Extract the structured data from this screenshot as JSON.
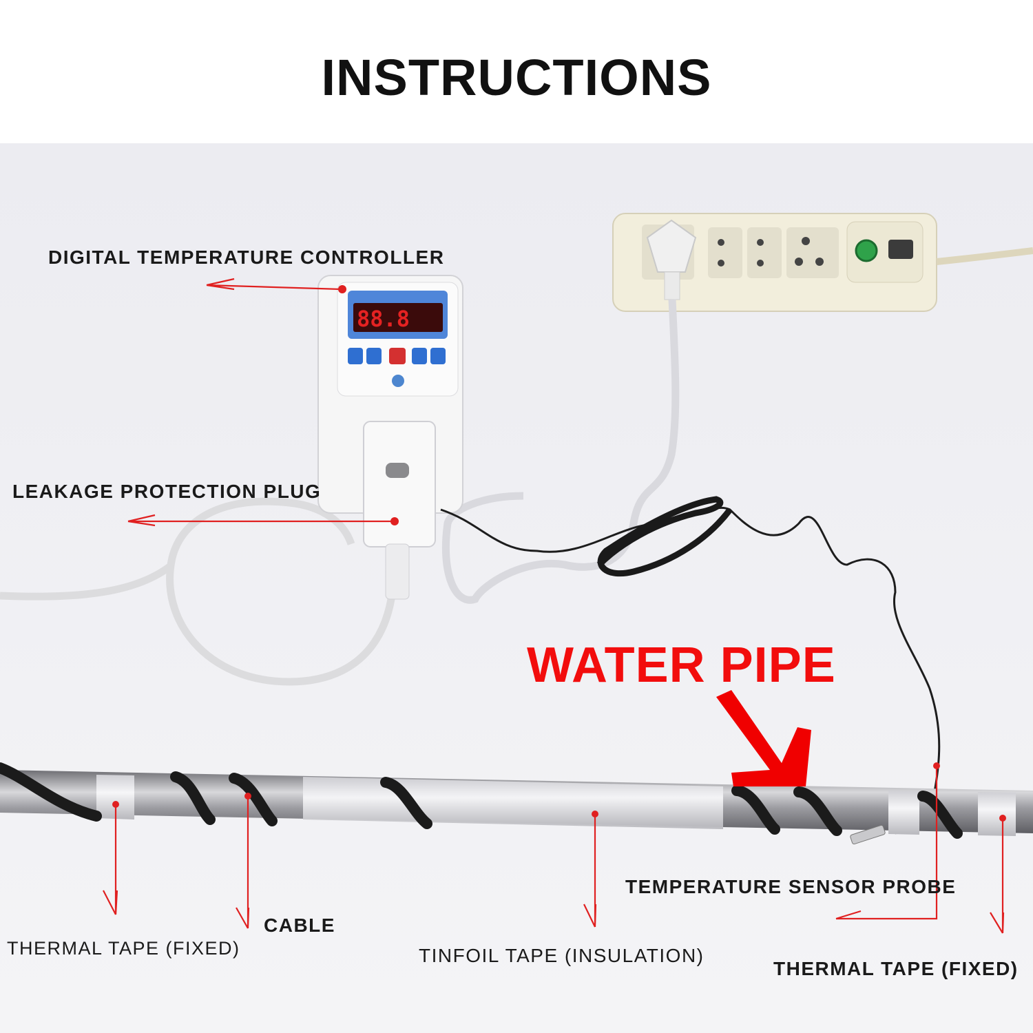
{
  "title": "INSTRUCTIONS",
  "labels": {
    "controller": "DIGITAL TEMPERATURE CONTROLLER",
    "leakage": "LEAKAGE PROTECTION PLUG",
    "water_pipe": "WATER PIPE",
    "sensor": "TEMPERATURE SENSOR PROBE",
    "cable": "CABLE",
    "tape_left": "THERMAL TAPE (FIXED)",
    "tinfoil": "TINFOIL TAPE (INSULATION)",
    "tape_right": "THERMAL TAPE (FIXED)"
  },
  "colors": {
    "annotation": "#e02020",
    "water_pipe_label": "#f20d0d",
    "wall": "#e9e9ee",
    "pipe": "#9a9a9e",
    "display": "#3b0b0b",
    "display_frame": "#4f86d9"
  }
}
